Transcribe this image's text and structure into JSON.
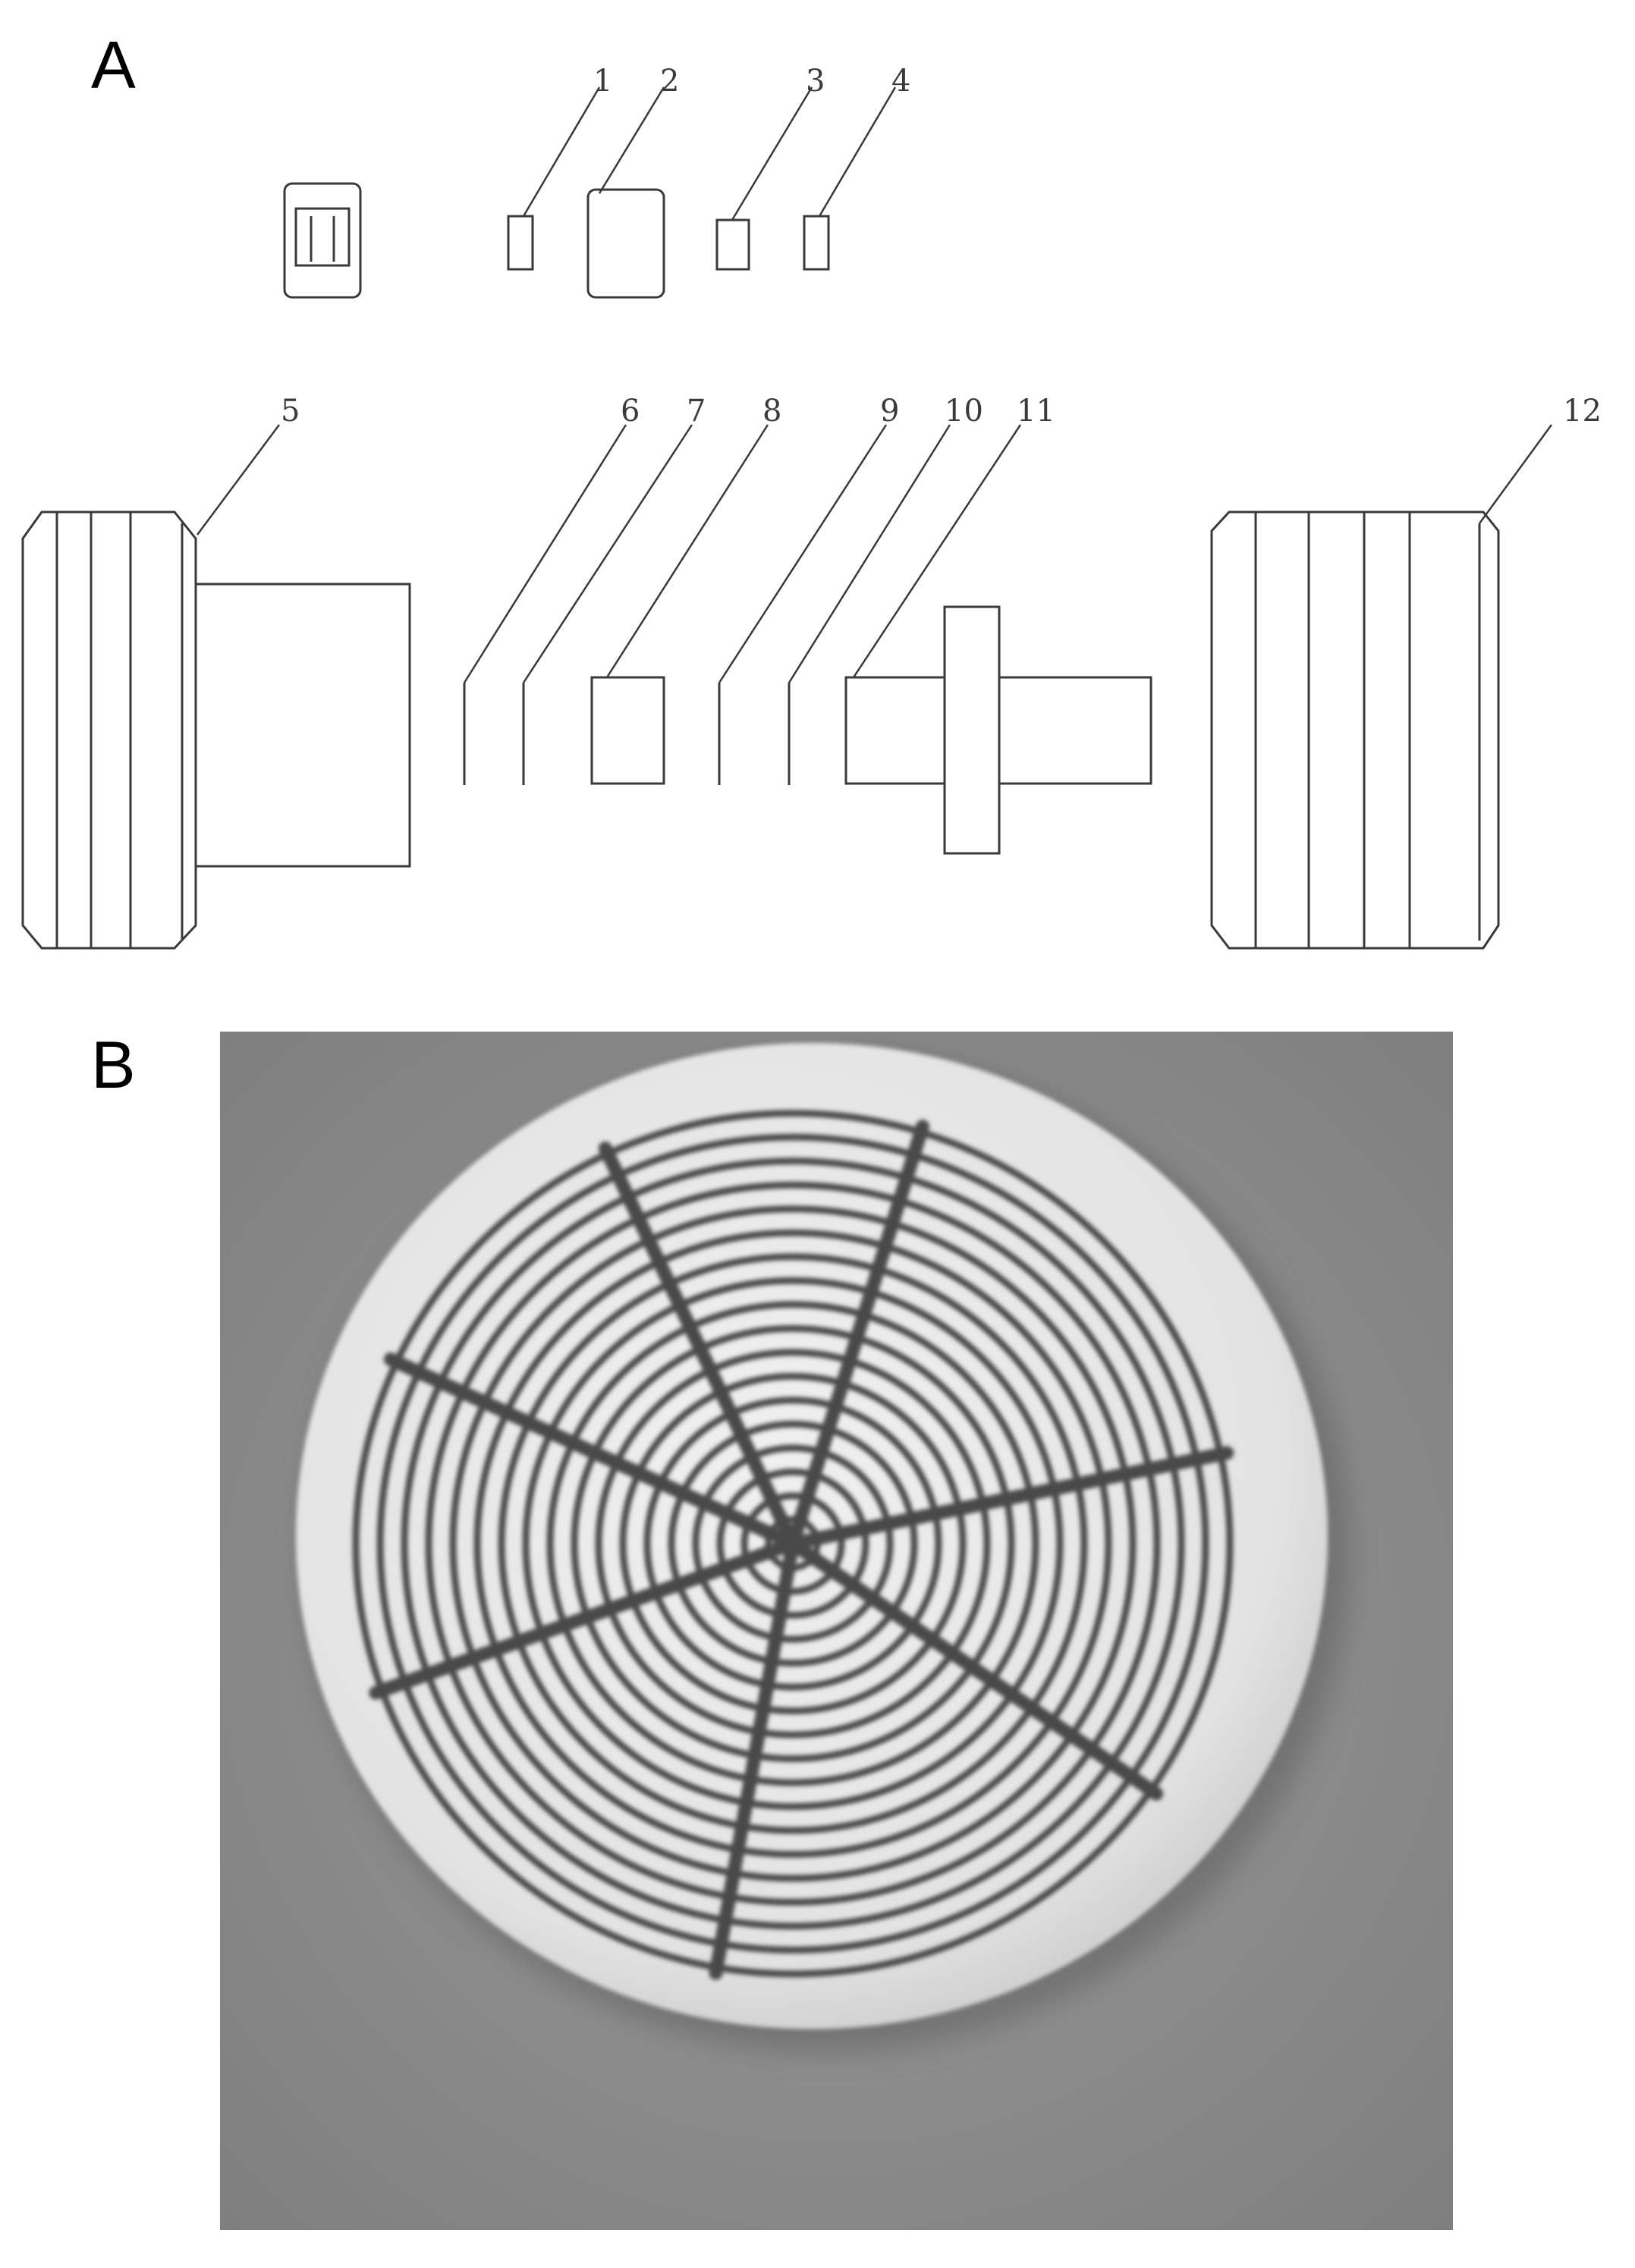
{
  "panels": {
    "a": {
      "label": "A"
    },
    "b": {
      "label": "B"
    }
  },
  "part_numbers": [
    "1",
    "2",
    "3",
    "4",
    "5",
    "6",
    "7",
    "8",
    "9",
    "10",
    "11",
    "12"
  ],
  "colors": {
    "line": "#3a3a3a",
    "photo_background": "#8c8c8c",
    "disc": "#e6e6e6",
    "groove": "#4a4a4a"
  }
}
